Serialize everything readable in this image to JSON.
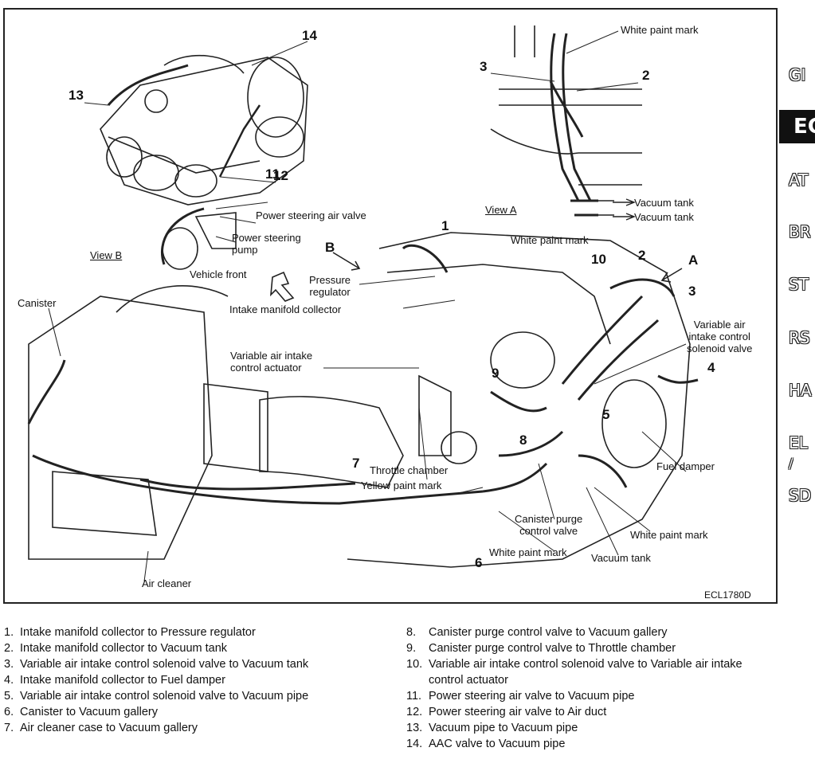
{
  "diagram": {
    "code": "ECL1780D",
    "callout_numbers": [
      "1",
      "2",
      "3",
      "4",
      "5",
      "6",
      "7",
      "8",
      "9",
      "10",
      "11",
      "12",
      "13",
      "14"
    ],
    "labels": {
      "white_paint_mark_top": "White paint mark",
      "vacuum_tank_1": "Vacuum tank",
      "vacuum_tank_2": "Vacuum tank",
      "view_a": "View A",
      "white_paint_mark_a": "White paint mark",
      "view_b": "View B",
      "vehicle_front": "Vehicle front",
      "ps_air_valve": "Power steering air valve",
      "ps_pump": "Power steering\npump",
      "b_marker": "B",
      "a_marker": "A",
      "pressure_regulator": "Pressure\nregulator",
      "intake_manifold_collector": "Intake manifold collector",
      "canister": "Canister",
      "var_air_intake_actuator": "Variable air intake\ncontrol actuator",
      "var_air_intake_solenoid": "Variable air\nintake control\nsolenoid valve",
      "fuel_damper": "Fuel damper",
      "throttle_chamber": "Throttle chamber",
      "yellow_paint_mark": "Yellow paint mark",
      "canister_purge_valve": "Canister purge\ncontrol valve",
      "white_paint_mark_right": "White paint mark",
      "white_paint_mark_bottom": "White paint mark",
      "vacuum_tank_bottom": "Vacuum tank",
      "air_cleaner": "Air cleaner"
    }
  },
  "section_tabs": [
    {
      "label": "GI",
      "active": false
    },
    {
      "label": "EC",
      "active": true
    },
    {
      "label": "AT",
      "active": false
    },
    {
      "label": "BR",
      "active": false
    },
    {
      "label": "ST",
      "active": false
    },
    {
      "label": "RS",
      "active": false
    },
    {
      "label": "HA",
      "active": false
    },
    {
      "label": "EL",
      "active": false
    },
    {
      "label": "/",
      "active": false
    },
    {
      "label": "SD",
      "active": false
    }
  ],
  "legend_left": [
    {
      "n": "1.",
      "text": "Intake manifold collector to Pressure regulator"
    },
    {
      "n": "2.",
      "text": "Intake manifold collector to Vacuum tank"
    },
    {
      "n": "3.",
      "text": "Variable air intake control solenoid valve to Vacuum tank"
    },
    {
      "n": "4.",
      "text": "Intake manifold collector to Fuel damper"
    },
    {
      "n": "5.",
      "text": "Variable air intake control solenoid valve to Vacuum pipe"
    },
    {
      "n": "6.",
      "text": "Canister to Vacuum gallery"
    },
    {
      "n": "7.",
      "text": "Air cleaner case to Vacuum gallery"
    }
  ],
  "legend_right": [
    {
      "n": "8.",
      "text": "Canister purge control valve to Vacuum gallery"
    },
    {
      "n": "9.",
      "text": "Canister purge control valve to Throttle chamber"
    },
    {
      "n": "10.",
      "text": "Variable air intake control solenoid valve to Variable air intake control actuator"
    },
    {
      "n": "11.",
      "text": "Power steering air valve to Vacuum pipe"
    },
    {
      "n": "12.",
      "text": "Power steering air valve to Air duct"
    },
    {
      "n": "13.",
      "text": "Vacuum pipe to Vacuum pipe"
    },
    {
      "n": "14.",
      "text": "AAC valve to Vacuum pipe"
    }
  ]
}
